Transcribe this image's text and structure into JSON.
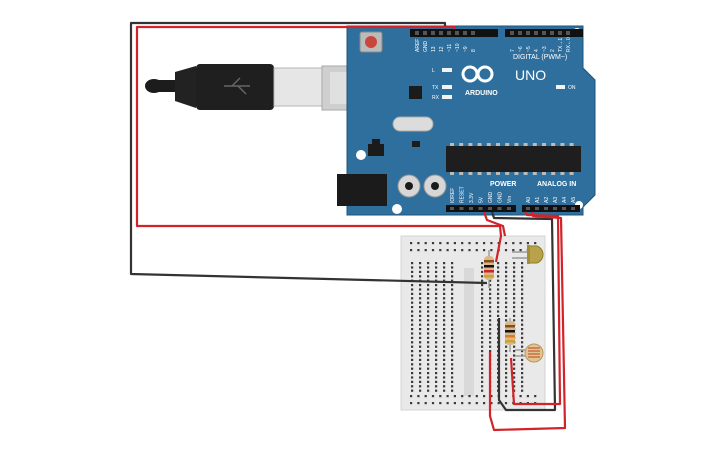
{
  "board": {
    "name": "UNO",
    "logo_text": "ARDUINO",
    "digital_label": "DIGITAL (PWM~)",
    "power_label": "POWER",
    "analog_label": "ANALOG IN",
    "on_label": "ON",
    "led_labels": [
      "L",
      "TX",
      "RX"
    ],
    "top_pins": [
      "AREF",
      "GND",
      "13",
      "12",
      "~11",
      "~10",
      "~9",
      "8",
      "7",
      "~6",
      "~5",
      "4",
      "~3",
      "2",
      "TX→1",
      "RX←0"
    ],
    "power_pins": [
      "IOREF",
      "RESET",
      "3.3V",
      "5V",
      "GND",
      "GND",
      "Vin"
    ],
    "analog_pins": [
      "A0",
      "A1",
      "A2",
      "A3",
      "A4",
      "A5"
    ]
  },
  "colors": {
    "board": "#2f6f9e",
    "wire_red": "#d2232a",
    "wire_black": "#333333",
    "breadboard": "#e9e9e9"
  },
  "components": [
    "usb-cable",
    "arduino-uno",
    "breadboard",
    "led",
    "resistor",
    "resistor",
    "photoresistor"
  ]
}
